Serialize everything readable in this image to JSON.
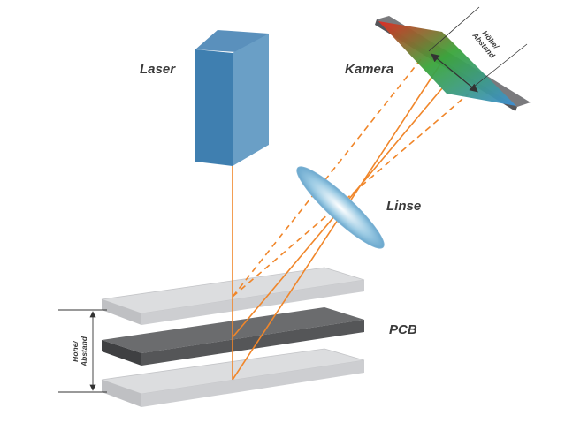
{
  "labels": {
    "laser": "Laser",
    "camera": "Kamera",
    "lens": "Linse",
    "pcb": "PCB",
    "height_left_line1": "Höhe/",
    "height_left_line2": "Abstand",
    "height_camera_line1": "Höhe/",
    "height_camera_line2": "Abstand"
  },
  "colors": {
    "beam": "#f0862a",
    "laser_front": "#3f7fb0",
    "laser_side": "#6a9fc6",
    "laser_top": "#5a90bc",
    "pcb": "#555658",
    "plate": "#dcdddf",
    "text": "#3a3a3a"
  }
}
